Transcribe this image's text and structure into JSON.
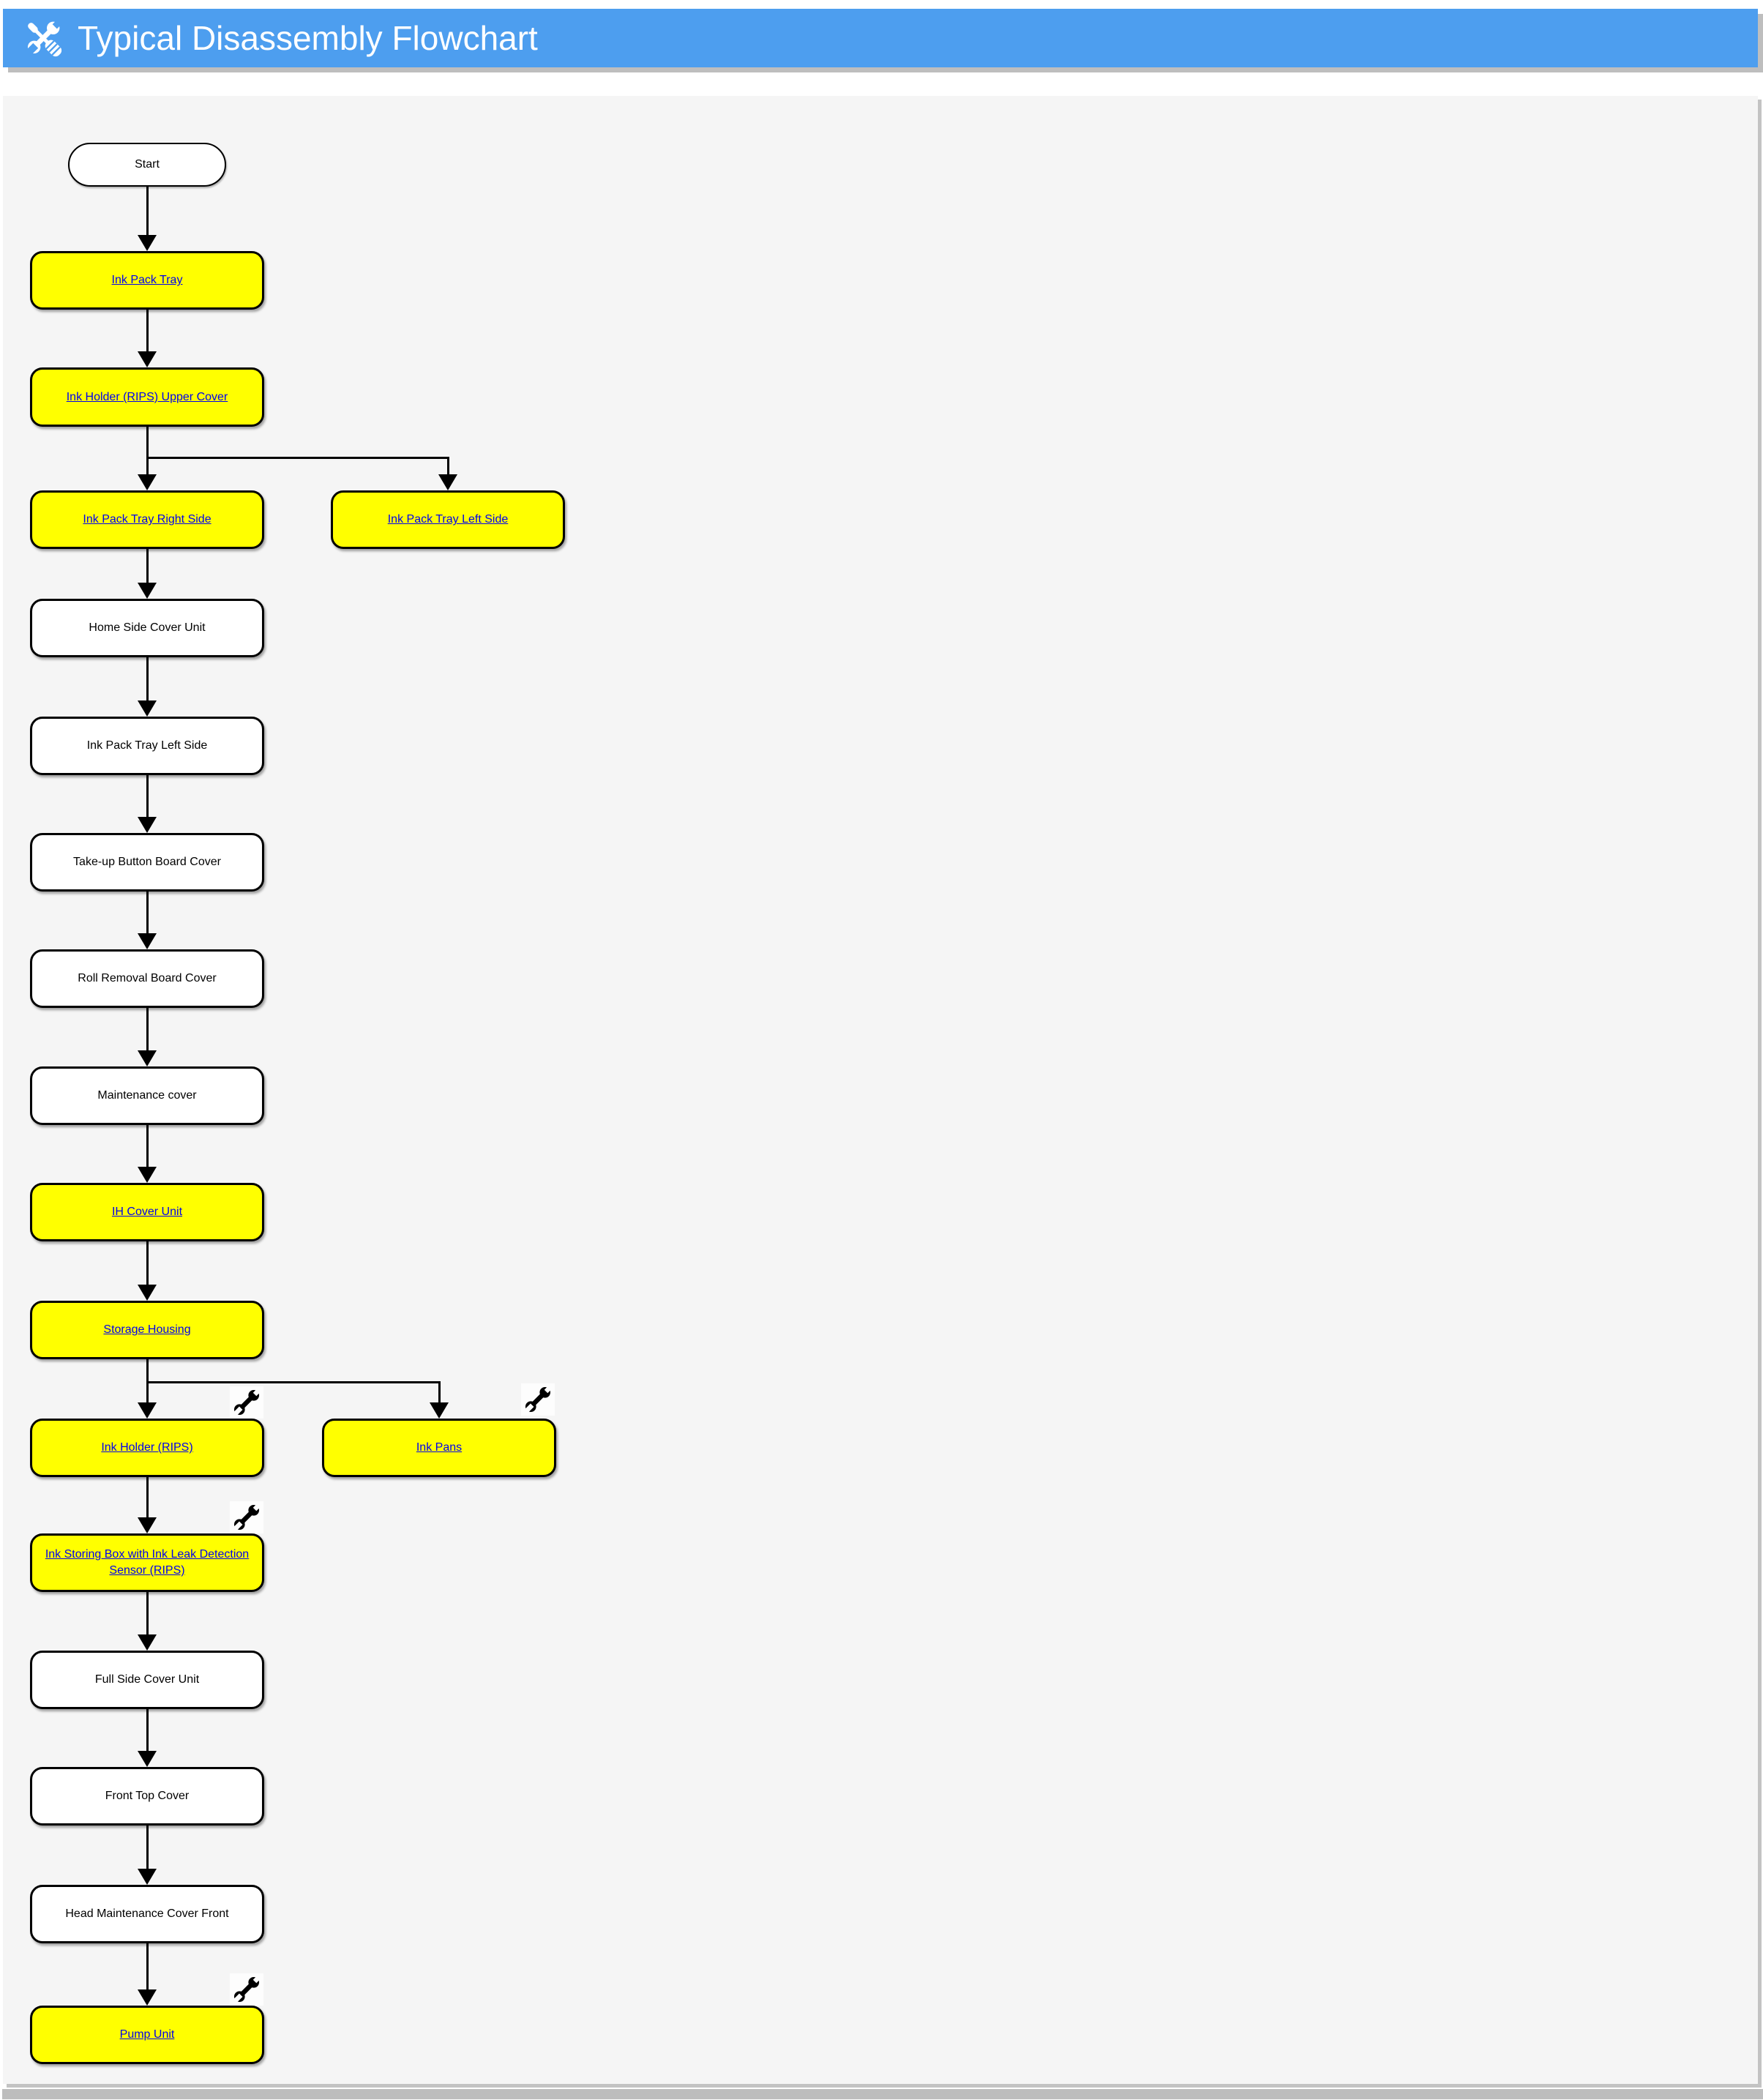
{
  "header": {
    "title": "Typical Disassembly Flowchart",
    "icon": "crossed-tools-icon"
  },
  "colors": {
    "header_bg": "#4D9EEF",
    "header_text": "#FFFFFF",
    "panel_bg": "#F5F5F5",
    "node_default_bg": "#FFFFFF",
    "node_highlight_bg": "#FFFF00",
    "node_border": "#000000",
    "link_text": "#0000EE",
    "plain_text": "#000000",
    "scrollbar": "#BDBDBD"
  },
  "flowchart": {
    "nodes": [
      {
        "id": "start",
        "label": "Start",
        "shape": "stadium",
        "highlighted": false,
        "link": false,
        "wrench": false
      },
      {
        "id": "ink-pack-tray",
        "label": "Ink Pack Tray",
        "shape": "box",
        "highlighted": true,
        "link": true,
        "wrench": false
      },
      {
        "id": "ink-holder-rips-upper-cover",
        "label": "Ink Holder (RIPS) Upper Cover",
        "shape": "box",
        "highlighted": true,
        "link": true,
        "wrench": false
      },
      {
        "id": "ink-pack-tray-right-side",
        "label": "Ink Pack Tray Right Side",
        "shape": "box",
        "highlighted": true,
        "link": true,
        "wrench": false
      },
      {
        "id": "ink-pack-tray-left-side-link",
        "label": "Ink Pack Tray Left Side",
        "shape": "box",
        "highlighted": true,
        "link": true,
        "wrench": false
      },
      {
        "id": "home-side-cover-unit",
        "label": "Home Side Cover Unit",
        "shape": "box",
        "highlighted": false,
        "link": false,
        "wrench": false
      },
      {
        "id": "ink-pack-tray-left-side",
        "label": "Ink Pack Tray Left Side",
        "shape": "box",
        "highlighted": false,
        "link": false,
        "wrench": false
      },
      {
        "id": "take-up-button-board-cover",
        "label": "Take-up Button Board Cover",
        "shape": "box",
        "highlighted": false,
        "link": false,
        "wrench": false
      },
      {
        "id": "roll-removal-board-cover",
        "label": "Roll Removal Board Cover",
        "shape": "box",
        "highlighted": false,
        "link": false,
        "wrench": false
      },
      {
        "id": "maintenance-cover",
        "label": "Maintenance cover",
        "shape": "box",
        "highlighted": false,
        "link": false,
        "wrench": false
      },
      {
        "id": "ih-cover-unit",
        "label": "IH Cover Unit",
        "shape": "box",
        "highlighted": true,
        "link": true,
        "wrench": false
      },
      {
        "id": "storage-housing",
        "label": "Storage Housing",
        "shape": "box",
        "highlighted": true,
        "link": true,
        "wrench": false
      },
      {
        "id": "ink-holder-rips",
        "label": "Ink Holder (RIPS)",
        "shape": "box",
        "highlighted": true,
        "link": true,
        "wrench": true
      },
      {
        "id": "ink-pans",
        "label": "Ink Pans",
        "shape": "box",
        "highlighted": true,
        "link": true,
        "wrench": true
      },
      {
        "id": "ink-storing-box",
        "label": "Ink Storing Box with Ink Leak Detection Sensor (RIPS)",
        "shape": "box",
        "highlighted": true,
        "link": true,
        "wrench": true
      },
      {
        "id": "full-side-cover-unit",
        "label": "Full Side Cover Unit",
        "shape": "box",
        "highlighted": false,
        "link": false,
        "wrench": false
      },
      {
        "id": "front-top-cover",
        "label": "Front Top Cover",
        "shape": "box",
        "highlighted": false,
        "link": false,
        "wrench": false
      },
      {
        "id": "head-maintenance-cover-front",
        "label": "Head Maintenance Cover Front",
        "shape": "box",
        "highlighted": false,
        "link": false,
        "wrench": false
      },
      {
        "id": "pump-unit",
        "label": "Pump Unit",
        "shape": "box",
        "highlighted": true,
        "link": true,
        "wrench": true
      }
    ],
    "edges": [
      {
        "from": "start",
        "to": "ink-pack-tray"
      },
      {
        "from": "ink-pack-tray",
        "to": "ink-holder-rips-upper-cover"
      },
      {
        "from": "ink-holder-rips-upper-cover",
        "to": "ink-pack-tray-right-side"
      },
      {
        "from": "ink-holder-rips-upper-cover",
        "to": "ink-pack-tray-left-side-link"
      },
      {
        "from": "ink-pack-tray-right-side",
        "to": "home-side-cover-unit"
      },
      {
        "from": "home-side-cover-unit",
        "to": "ink-pack-tray-left-side"
      },
      {
        "from": "ink-pack-tray-left-side",
        "to": "take-up-button-board-cover"
      },
      {
        "from": "take-up-button-board-cover",
        "to": "roll-removal-board-cover"
      },
      {
        "from": "roll-removal-board-cover",
        "to": "maintenance-cover"
      },
      {
        "from": "maintenance-cover",
        "to": "ih-cover-unit"
      },
      {
        "from": "ih-cover-unit",
        "to": "storage-housing"
      },
      {
        "from": "storage-housing",
        "to": "ink-holder-rips"
      },
      {
        "from": "storage-housing",
        "to": "ink-pans"
      },
      {
        "from": "ink-holder-rips",
        "to": "ink-storing-box"
      },
      {
        "from": "ink-storing-box",
        "to": "full-side-cover-unit"
      },
      {
        "from": "full-side-cover-unit",
        "to": "front-top-cover"
      },
      {
        "from": "front-top-cover",
        "to": "head-maintenance-cover-front"
      },
      {
        "from": "head-maintenance-cover-front",
        "to": "pump-unit"
      }
    ]
  }
}
